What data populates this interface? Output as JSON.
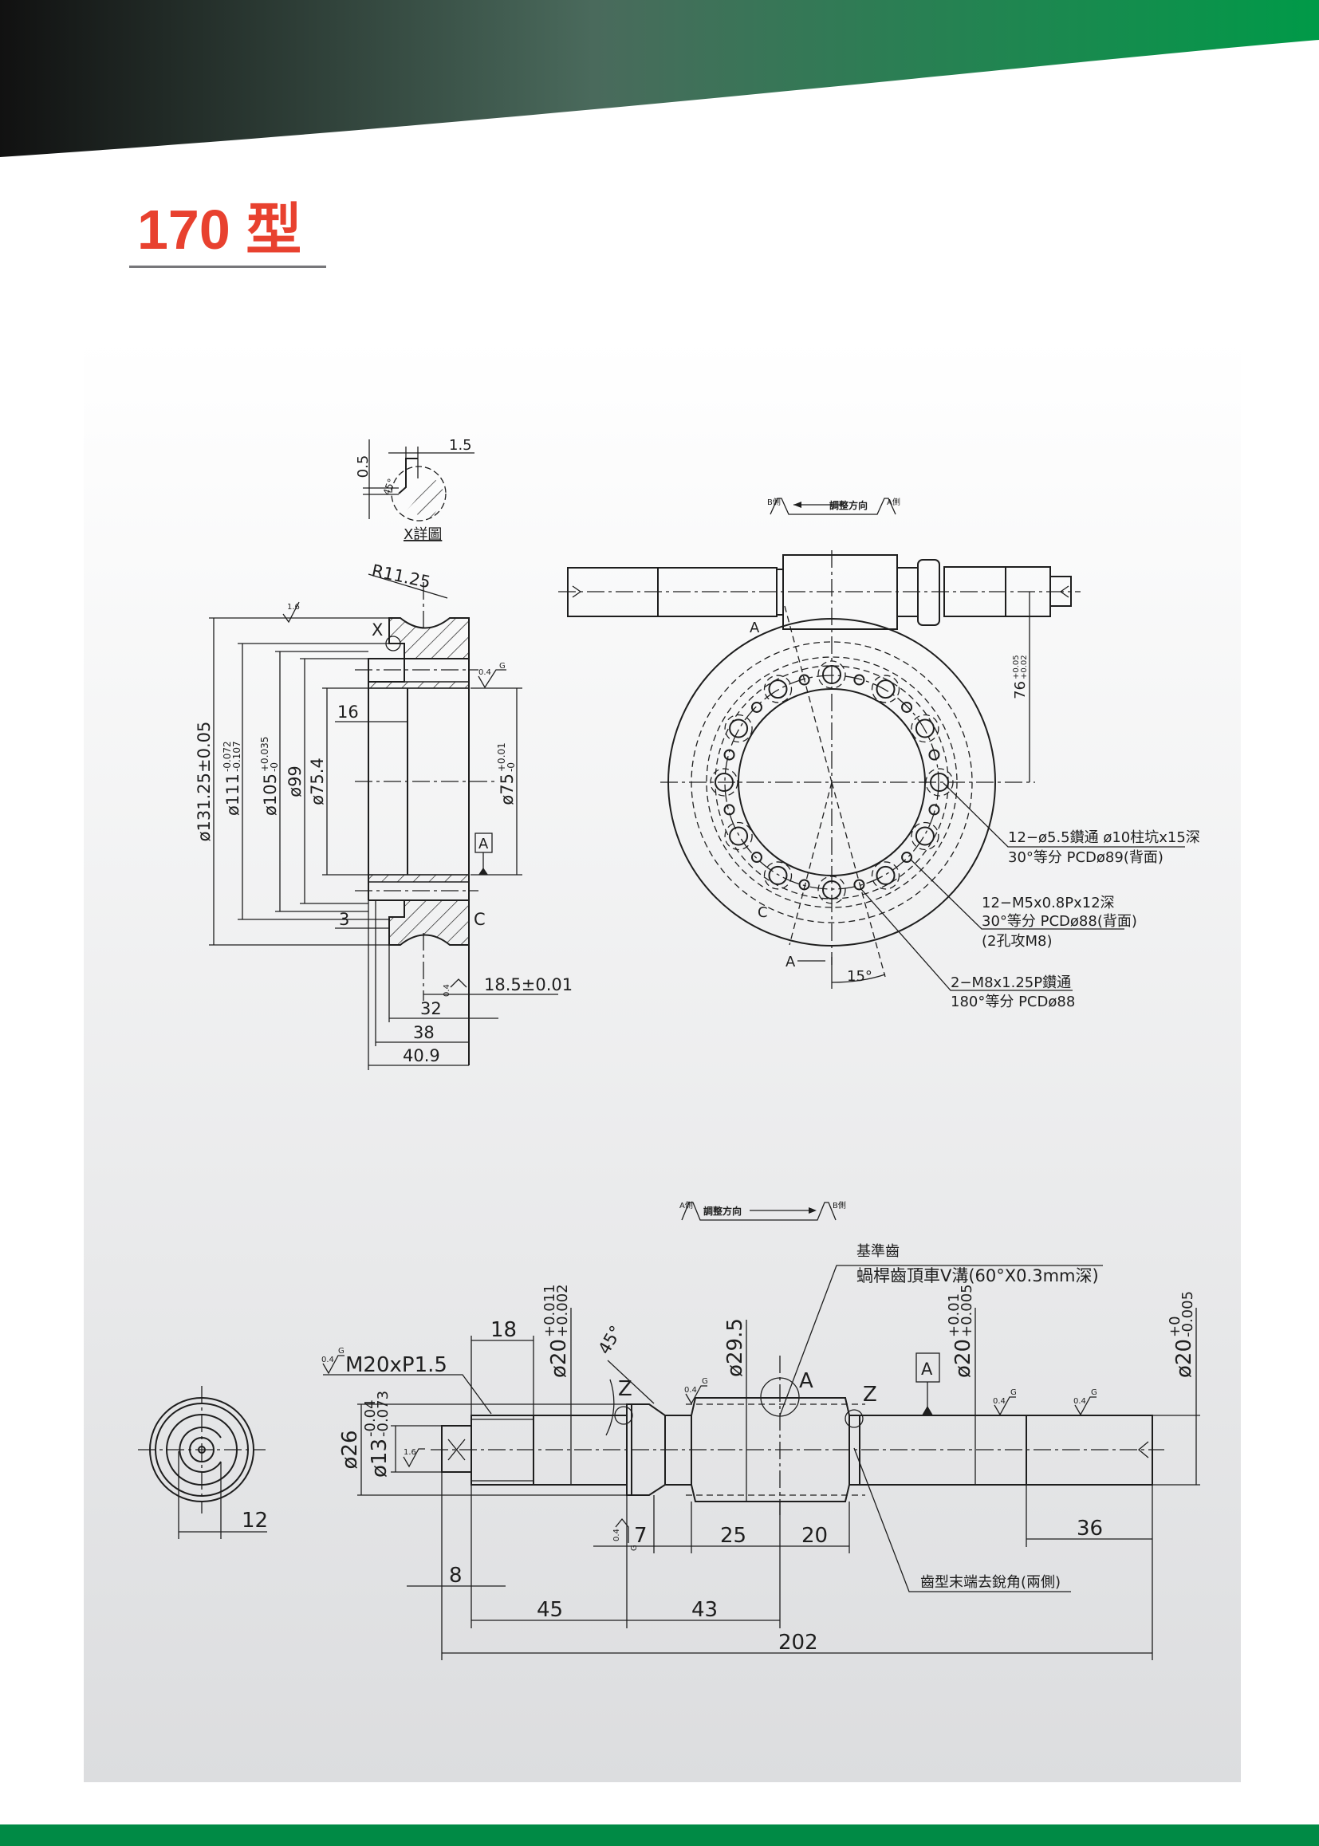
{
  "page": {
    "title": "170 型"
  },
  "colors": {
    "title_red": "#e8412f",
    "brand_green": "#008a45",
    "header_dark": "#1a1a1a",
    "panel_top": "#ffffff",
    "panel_bottom": "#dcdddf"
  },
  "ring_view": {
    "detail_x": {
      "title": "X詳圖",
      "dim_05": "0.5",
      "dim_15": "1.5",
      "angle": "45°"
    },
    "radius": "R11.25",
    "mark_x": "X",
    "mark_c": "C",
    "datum": "A",
    "roughness_top": "1.6",
    "roughness_bore": "0.4",
    "roughness_face": "0.4",
    "grind": "G",
    "d131": "ø131.25±0.05",
    "d111": {
      "nominal": "ø111",
      "upper": "-0.072",
      "lower": "-0.107"
    },
    "d105": {
      "nominal": "ø105",
      "upper": "+0.035",
      "lower": "-0"
    },
    "d99": "ø99",
    "d754": "ø75.4",
    "d75": {
      "nominal": "ø75",
      "upper": "+0.01",
      "lower": "-0"
    },
    "dim_16": "16",
    "dim_3": "3",
    "dim_185": "18.5±0.01",
    "dim_32": "32",
    "dim_38": "38",
    "dim_409": "40.9"
  },
  "assembly_view": {
    "adjust": {
      "b_side": "B側",
      "label": "調整方向",
      "a_side": "A側"
    },
    "section_a1": "A",
    "section_a2": "A",
    "mark_c": "C",
    "center_dist": {
      "nominal": "76",
      "upper": "+0.05",
      "lower": "+0.02"
    },
    "angle_15": "15°",
    "callouts": [
      {
        "line1": "12−ø5.5鑽通  ø10柱坑x15深",
        "line2": "30°等分  PCDø89(背面)"
      },
      {
        "line1": "12−M5x0.8Px12深",
        "line2": "30°等分  PCDø88(背面)",
        "line3": "(2孔攻M8)"
      },
      {
        "line1": "2−M8x1.25P鑽通",
        "line2": "180°等分  PCDø88"
      }
    ]
  },
  "worm_view": {
    "adjust": {
      "a_side": "A側",
      "label": "調整方向",
      "b_side": "B側"
    },
    "ref_tooth": "基準齒",
    "v_groove": "蝸桿齒頂車V溝(60°X0.3mm深)",
    "thread": "M20xP1.5",
    "roughness": "0.4",
    "roughness_end": "1.6",
    "grind": "G",
    "dim_18": "18",
    "d20_left": {
      "nominal": "ø20",
      "upper": "+0.011",
      "lower": "+0.002"
    },
    "angle_45": "45°",
    "d295": "ø29.5",
    "mark_a": "A",
    "mark_z1": "Z",
    "mark_z2": "Z",
    "datum": "A",
    "d20_mid": {
      "nominal": "ø20",
      "upper": "+0.01",
      "lower": "+0.005"
    },
    "d20_right": {
      "nominal": "ø20",
      "upper": "+0",
      "lower": "-0.005"
    },
    "d26": "ø26",
    "d13": {
      "nominal": "ø13",
      "upper": "-0.04",
      "lower": "-0.073"
    },
    "dim_12": "12",
    "dim_7": "7",
    "dim_25": "25",
    "dim_20": "20",
    "dim_36": "36",
    "dim_8": "8",
    "dim_45": "45",
    "dim_43": "43",
    "dim_202": "202",
    "chamfer_note": "齒型末端去銳角(兩側)"
  }
}
